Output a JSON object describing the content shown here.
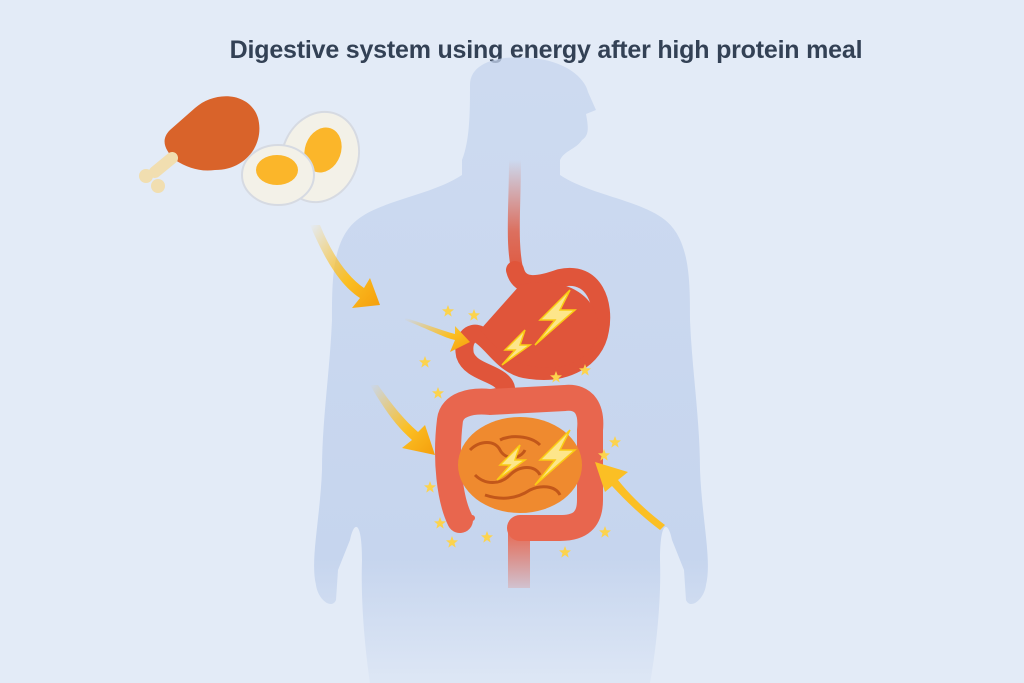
{
  "title": "Digestive system using energy after high protein meal",
  "colors": {
    "background": "#e3ebf7",
    "body_silhouette": "#c6d5ee",
    "title_text": "#334155",
    "stomach": "#e0553a",
    "large_intestine": "#e8664e",
    "small_intestine": "#ef8a2f",
    "arrow": "#fbbf24",
    "lightning": "#fde68a",
    "star": "#fcd34d",
    "chicken": "#d9632a",
    "bone": "#f1deb0",
    "egg_white": "#f3f1e8",
    "egg_yolk": "#fbb62a"
  },
  "elements": {
    "food": [
      "chicken-drumstick",
      "boiled-egg-halves"
    ],
    "organs": [
      "esophagus",
      "stomach",
      "small-intestine",
      "large-intestine",
      "rectum"
    ],
    "energy_markers": [
      "lightning-bolts",
      "sparkle-stars",
      "energy-arrows"
    ]
  }
}
